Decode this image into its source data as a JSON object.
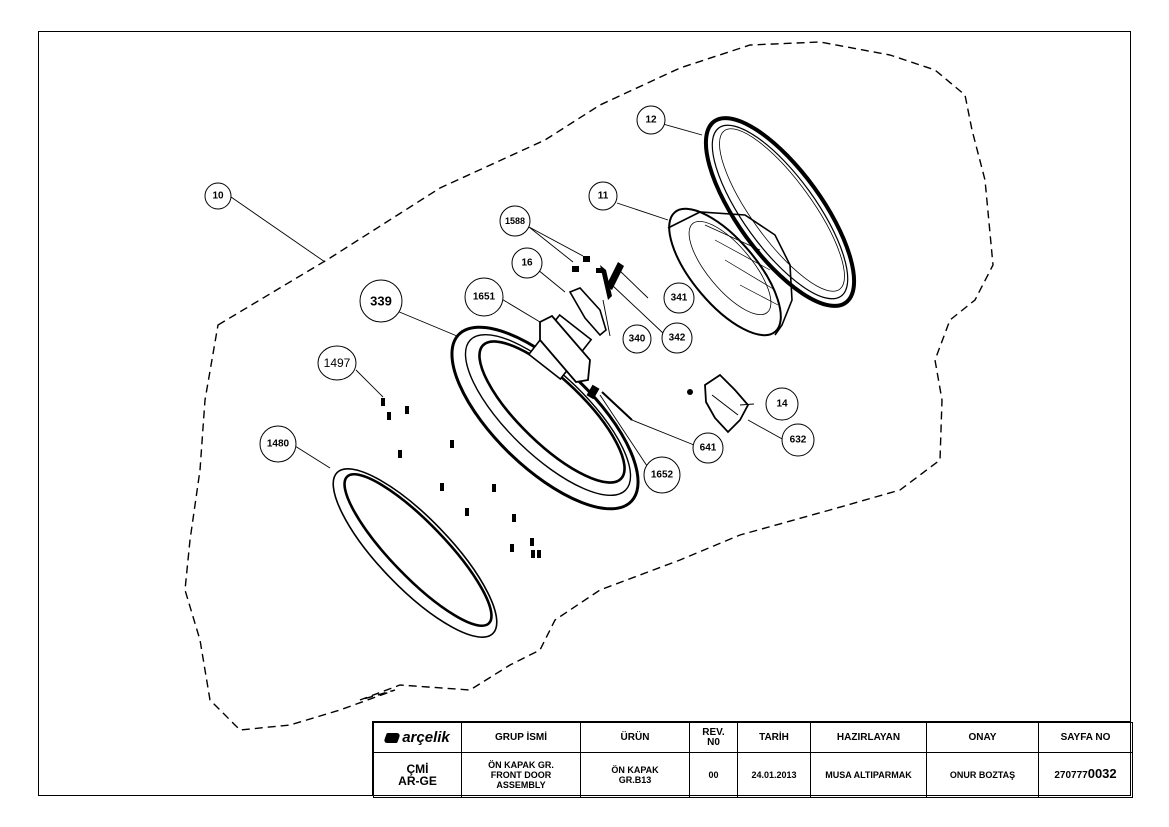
{
  "callouts": {
    "c10": "10",
    "c11": "11",
    "c12": "12",
    "c14": "14",
    "c16": "16",
    "c339": "339",
    "c340": "340",
    "c341": "341",
    "c342": "342",
    "c632": "632",
    "c641": "641",
    "c1480": "1480",
    "c1497": "1497",
    "c1588": "1588",
    "c1651": "1651",
    "c1652": "1652"
  },
  "title_block": {
    "logo_text": "arçelik",
    "dept_line1": "ÇMİ",
    "dept_line2": "AR-GE",
    "h_group": "GRUP İSMİ",
    "h_product": "ÜRÜN",
    "h_rev_line1": "REV.",
    "h_rev_line2": "N0",
    "h_date": "TARİH",
    "h_prepared": "HAZIRLAYAN",
    "h_approved": "ONAY",
    "h_page": "SAYFA NO",
    "group_line1": "ÖN KAPAK GR.",
    "group_line2": "FRONT DOOR",
    "group_line3": "ASSEMBLY",
    "product_line1": "ÖN KAPAK",
    "product_line2": "GR.B13",
    "rev": "00",
    "date": "24.01.2013",
    "prepared": "MUSA ALTIPARMAK",
    "approved": "ONUR BOZTAŞ",
    "page_prefix": "270777",
    "page_suffix": "0032"
  }
}
